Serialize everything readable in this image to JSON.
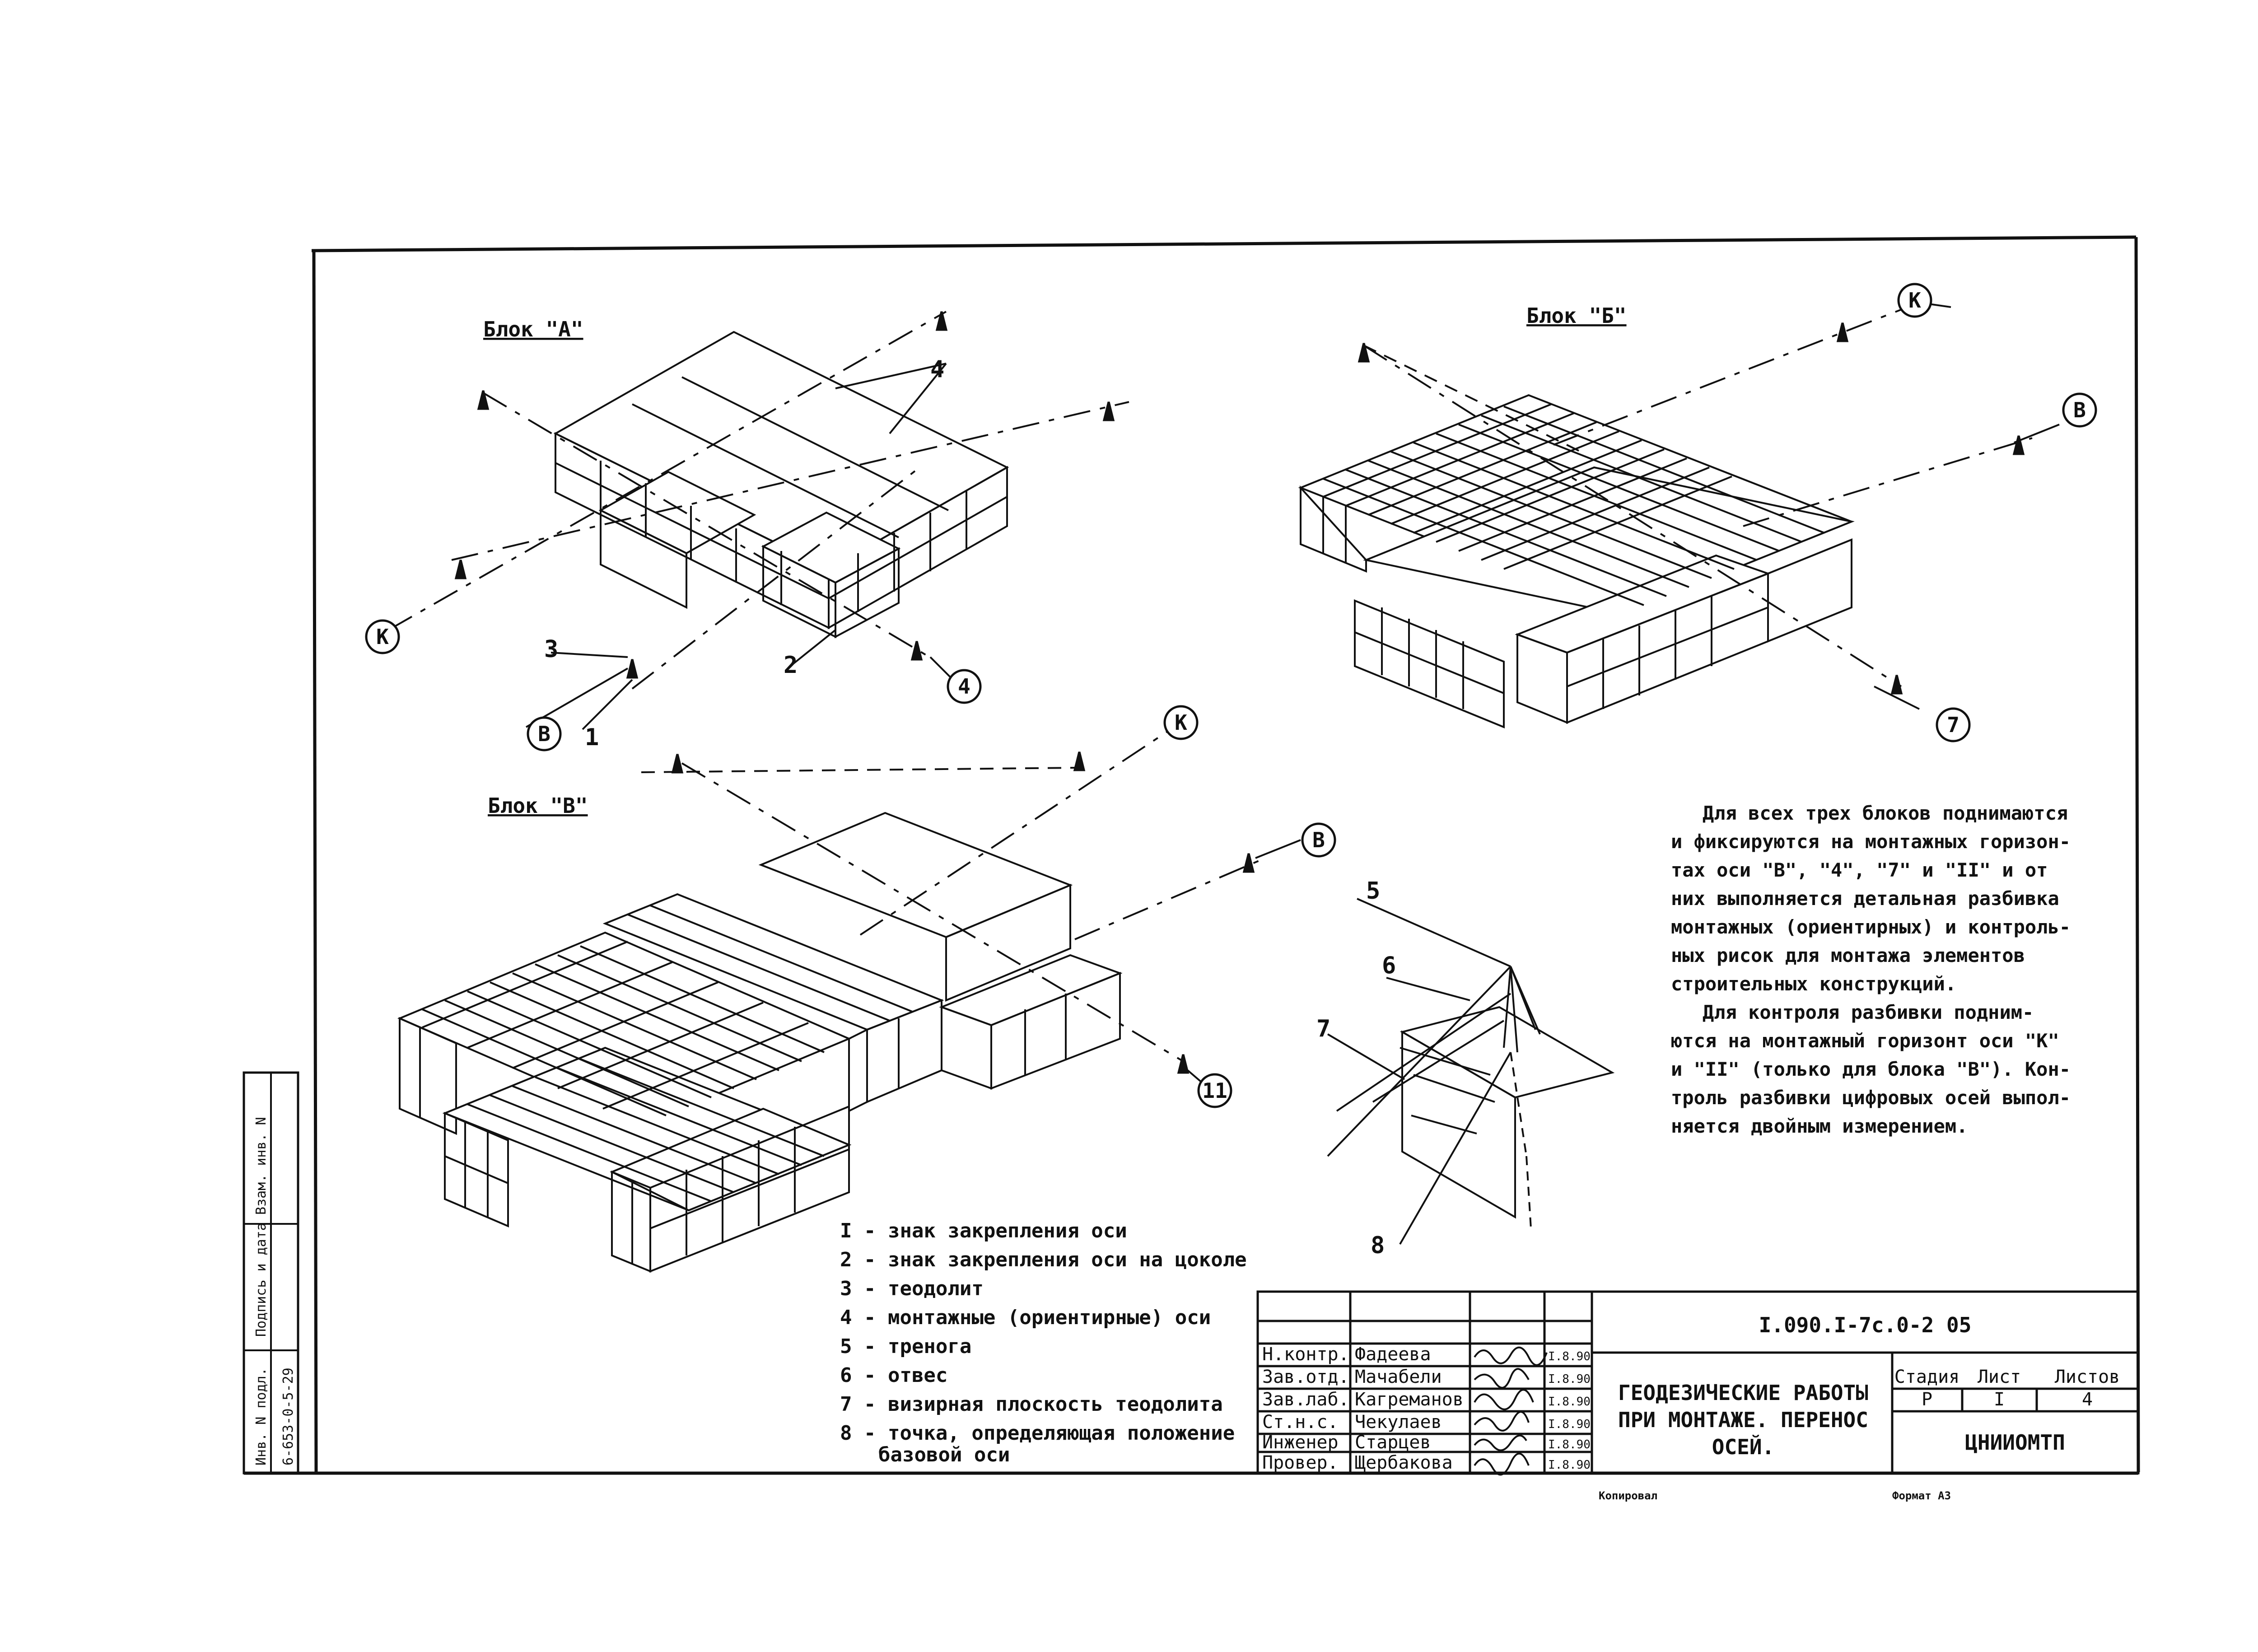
{
  "blocks": {
    "a": {
      "title": "Блок \"А\""
    },
    "b": {
      "title": "Блок \"Б\""
    },
    "v": {
      "title": "Блок \"В\""
    }
  },
  "axes": {
    "k": "К",
    "v": "В",
    "four": "4",
    "seven": "7",
    "eleven": "11"
  },
  "callouts": {
    "n1": "1",
    "n2": "2",
    "n3": "3",
    "n4": "4",
    "n5": "5",
    "n6": "6",
    "n7": "7",
    "n8": "8"
  },
  "legend": [
    "I - знак закрепления оси",
    "2 - знак закрепления оси на цоколе",
    "3 - теодолит",
    "4 - монтажные (ориентирные) оси",
    "5 - тренога",
    "6 - отвес",
    "7 - визирная плоскость теодолита",
    "8 - точка, определяющая положение",
    "базовой оси"
  ],
  "note": [
    "Для всех трех блоков поднимаются",
    "и фиксируются на монтажных горизон-",
    "тах оси \"В\", \"4\", \"7\" и \"II\" и от",
    "них выполняется детальная разбивка",
    "монтажных (ориентирных) и контроль-",
    "ных рисок для монтажа элементов",
    "строительных конструкций.",
    "Для контроля разбивки подним-",
    "ются на монтажный горизонт оси \"К\"",
    "и \"II\" (только для блока \"В\"). Кон-",
    "троль разбивки цифровых осей выпол-",
    "няется двойным измерением."
  ],
  "title_block": {
    "code": "I.090.I-7с.0-2 05",
    "title_lines": [
      "ГЕОДЕЗИЧЕСКИЕ РАБОТЫ",
      "ПРИ МОНТАЖЕ. ПЕРЕНОС",
      "ОСЕЙ."
    ],
    "headers": {
      "stage": "Стадия",
      "sheet": "Лист",
      "sheets": "Листов"
    },
    "values": {
      "stage": "Р",
      "sheet": "I",
      "sheets": "4"
    },
    "org": "ЦНИИОМТП",
    "rows": [
      {
        "role": "Н.контр.",
        "name": "Фадеева",
        "date": "I.8.90"
      },
      {
        "role": "Зав.отд.",
        "name": "Мачабели",
        "date": "I.8.90"
      },
      {
        "role": "Зав.лаб.",
        "name": "Кагреманов",
        "date": "I.8.90"
      },
      {
        "role": "Ст.н.с.",
        "name": "Чекулаев",
        "date": "I.8.90"
      },
      {
        "role": "Инженер",
        "name": "Старцев",
        "date": "I.8.90"
      },
      {
        "role": "Провер.",
        "name": "Щербакова",
        "date": "I.8.90"
      }
    ]
  },
  "side_stamp": {
    "inv": "Инв. N подл.",
    "sign": "Подпись и дата",
    "replace": "Взам. инв. N",
    "inv_value": "6-653-0-5-29"
  },
  "footer": {
    "copied": "Копировал",
    "format": "Формат А3"
  },
  "colors": {
    "ink": "#111111",
    "paper": "#ffffff"
  }
}
